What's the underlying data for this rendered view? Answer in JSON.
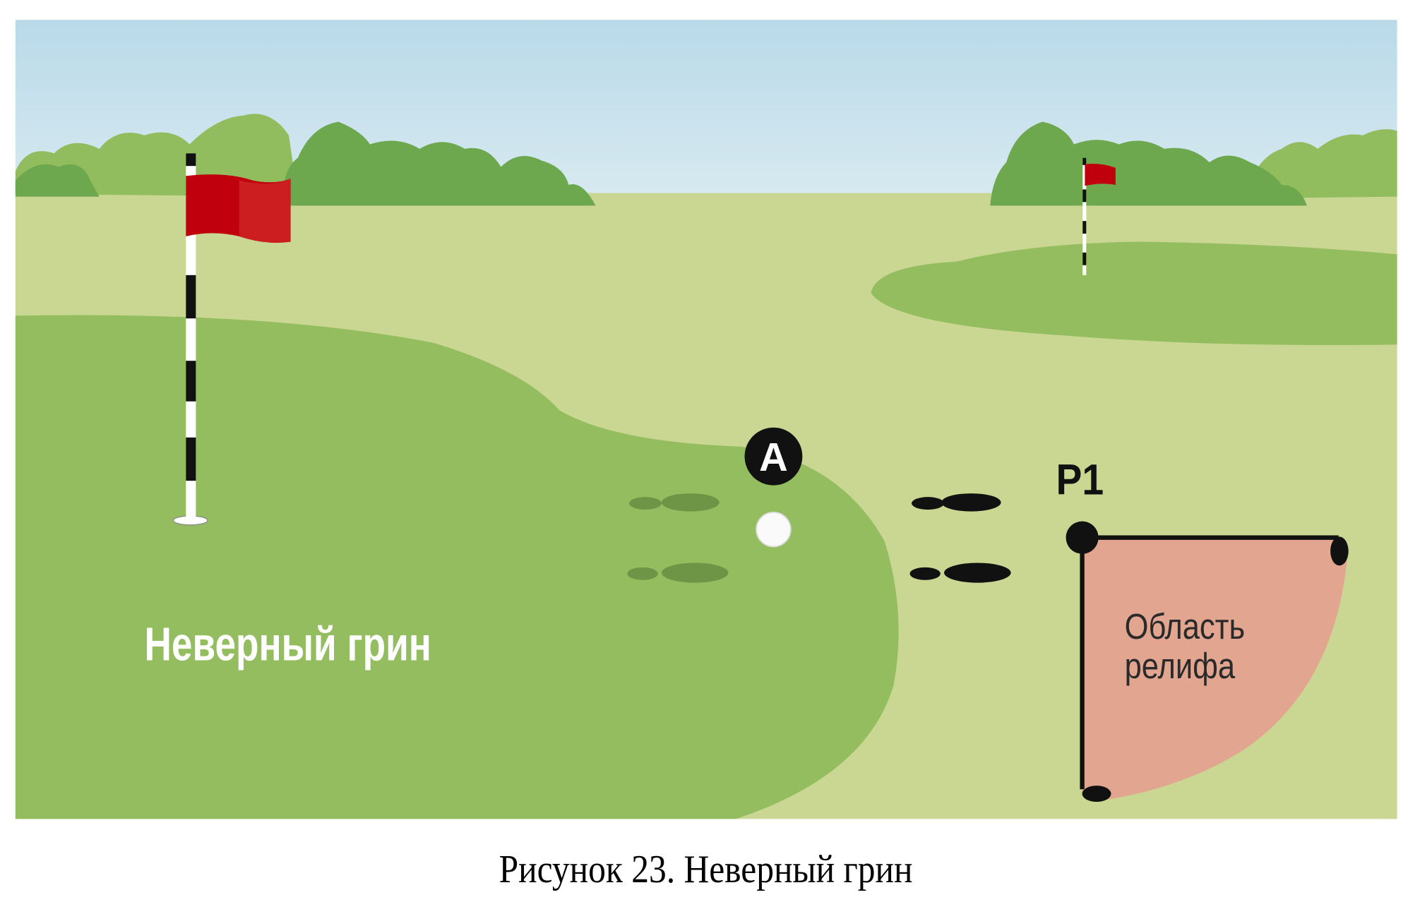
{
  "figure": {
    "caption": "Рисунок 23. Неверный грин",
    "wrong_green_label": "Неверный грин",
    "point_a_label": "A",
    "point_p1_label": "P1",
    "relief_area_label_line1": "Область",
    "relief_area_label_line2": "релифа"
  },
  "colors": {
    "sky_top": "#b9d9e9",
    "sky_bottom": "#d8eaf0",
    "fairway": "#c9d792",
    "green": "#94bd5f",
    "trees_dark": "#6ea84e",
    "trees_light": "#92bd5e",
    "flag": "#c1000d",
    "relief_area": "#e2a58f",
    "footprint_dark": "#6e9446",
    "footprint_black": "#111111"
  }
}
